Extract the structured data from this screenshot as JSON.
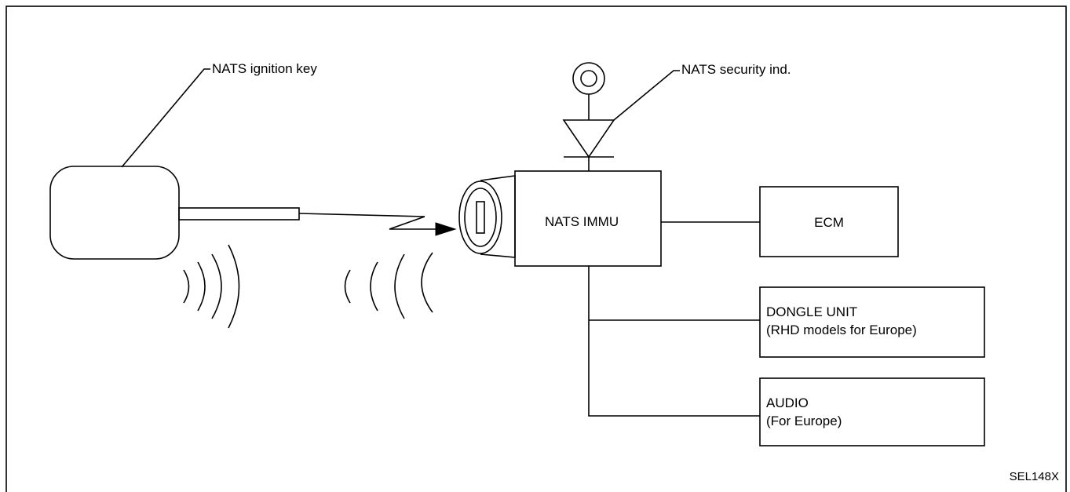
{
  "labels": {
    "ignition_key": "NATS ignition key",
    "security_ind": "NATS security ind.",
    "immu": "NATS IMMU",
    "ecm": "ECM",
    "dongle_line1": "DONGLE UNIT",
    "dongle_line2": "(RHD models for Europe)",
    "audio_line1": "AUDIO",
    "audio_line2": "(For Europe)",
    "figure_code": "SEL148X"
  }
}
